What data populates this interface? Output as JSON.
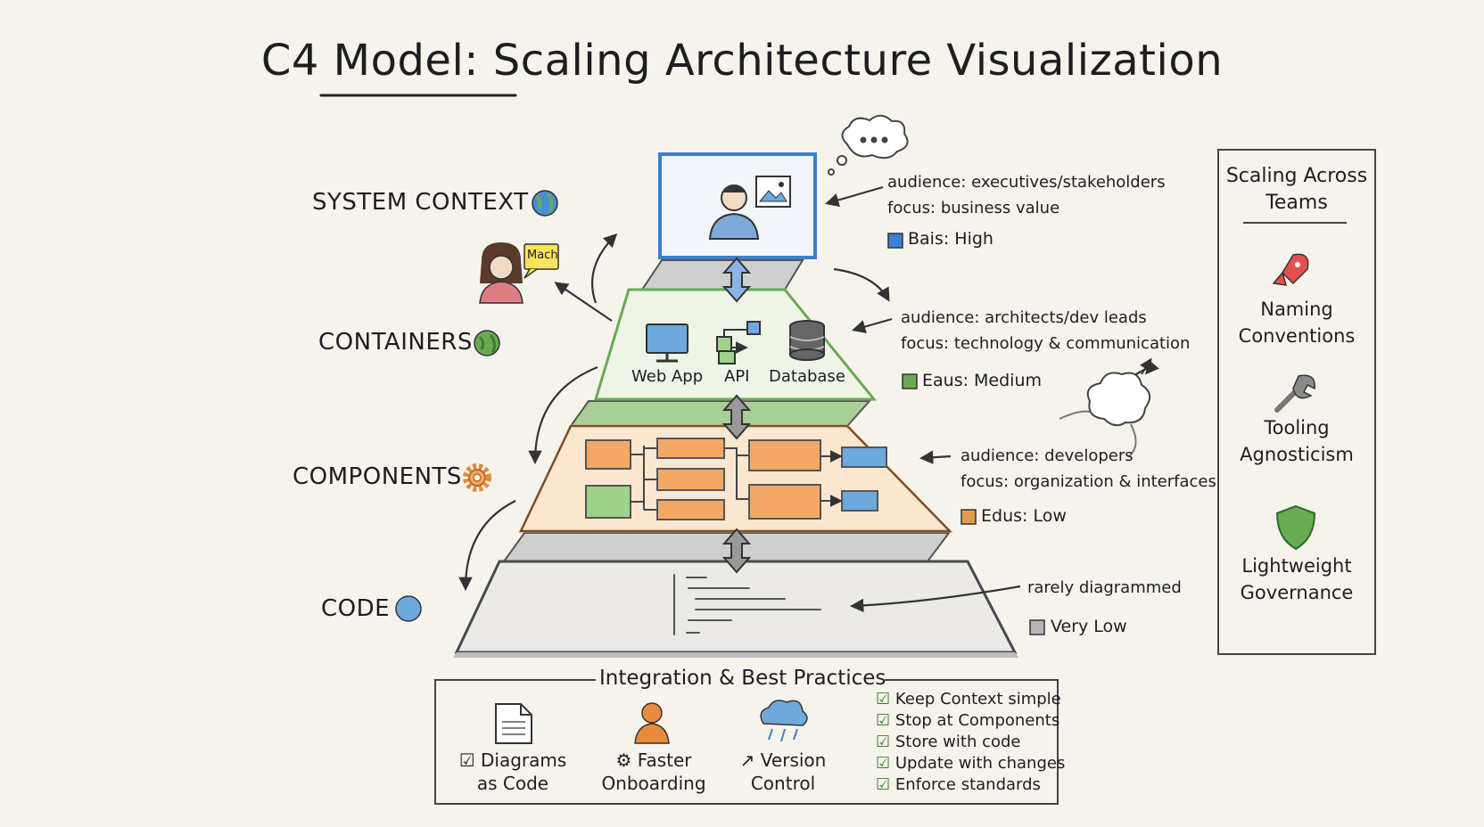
{
  "title": "C4 Model: Scaling Architecture Visualization",
  "levels": [
    {
      "label": "SYSTEM CONTEXT",
      "icon": "globe-icon",
      "audience": "audience: executives/stakeholders",
      "focus": "focus: business value",
      "detail": "Bais: High",
      "color": "#3b7fd1"
    },
    {
      "label": "CONTAINERS",
      "icon": "globe-icon",
      "audience": "audience: architects/dev leads",
      "focus": "focus: technology & communication",
      "detail": "Eaus: Medium",
      "color": "#6aaa53"
    },
    {
      "label": "COMPONENTS",
      "icon": "gear-icon",
      "audience": "audience: developers",
      "focus": "focus: organization & interfaces",
      "detail": "Edus: Low",
      "color": "#e59a4b"
    },
    {
      "label": "CODE",
      "icon": "circle-icon",
      "note": "rarely diagrammed",
      "detail": "Very Low",
      "color": "#9a9a9a"
    }
  ],
  "context_badge": "Mach",
  "containers": {
    "web_app": "Web App",
    "api": "API",
    "database": "Database"
  },
  "scaling_panel": {
    "title": "Scaling Across Teams",
    "items": [
      {
        "label": "Naming Conventions",
        "icon": "rocket-icon"
      },
      {
        "label": "Tooling Agnosticism",
        "icon": "wrench-icon"
      },
      {
        "label": "Lightweight Governance",
        "icon": "shield-icon"
      }
    ]
  },
  "best_practices": {
    "title": "Integration & Best Practices",
    "items": [
      {
        "label": "Diagrams as Code",
        "icon": "document-icon"
      },
      {
        "label": "Faster Onboarding",
        "icon": "person-icon"
      },
      {
        "label": "Version Control",
        "icon": "cloud-icon"
      }
    ],
    "checklist": [
      "Keep Context simple",
      "Stop at Components",
      "Store with code",
      "Update with changes",
      "Enforce standards"
    ]
  }
}
